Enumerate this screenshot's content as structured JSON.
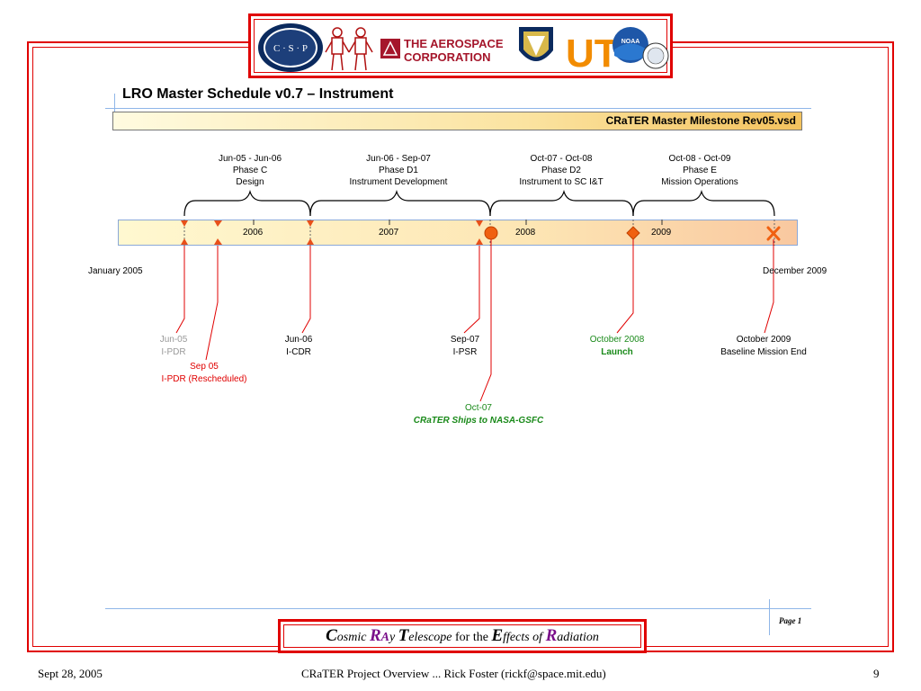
{
  "page_title": "LRO Master Schedule v0.7 – Instrument",
  "banner_label": "CRaTER Master Milestone Rev05.vsd",
  "logos": {
    "csp": "C · S · P",
    "aerospace_line1": "THE AEROSPACE",
    "aerospace_line2": "CORPORATION",
    "ut": "UT",
    "noaa": "NOAA"
  },
  "phases": [
    {
      "dates": "Jun-05 - Jun-06",
      "phase": "Phase C",
      "desc": "Design"
    },
    {
      "dates": "Jun-06 - Sep-07",
      "phase": "Phase D1",
      "desc": "Instrument Development"
    },
    {
      "dates": "Oct-07 - Oct-08",
      "phase": "Phase D2",
      "desc": "Instrument to SC I&T"
    },
    {
      "dates": "Oct-08 - Oct-09",
      "phase": "Phase E",
      "desc": "Mission Operations"
    }
  ],
  "years": [
    "2006",
    "2007",
    "2008",
    "2009"
  ],
  "range_start": "January 2005",
  "range_end": "December 2009",
  "milestones": {
    "pdr_orig": {
      "date": "Jun-05",
      "name": "I-PDR"
    },
    "pdr_resched": {
      "date": "Sep 05",
      "name": "I-PDR (Rescheduled)"
    },
    "cdr": {
      "date": "Jun-06",
      "name": "I-CDR"
    },
    "psr": {
      "date": "Sep-07",
      "name": "I-PSR"
    },
    "ship": {
      "date": "Oct-07",
      "name": "CRaTER Ships to NASA-GSFC"
    },
    "launch": {
      "date": "October 2008",
      "name": "Launch"
    },
    "end": {
      "date": "October 2009",
      "name": "Baseline Mission End"
    }
  },
  "page_label": "Page 1",
  "tagline": {
    "c": "C",
    "osmic": "osmic ",
    "r": "R",
    "a": "A",
    "y": "y ",
    "t": "T",
    "elescope": "elescope ",
    "for_the": "for the ",
    "e": "E",
    "ffects": "ffects ",
    "of": "of ",
    "r2": "R",
    "adiation": "adiation"
  },
  "footer": {
    "date": "Sept 28, 2005",
    "center": "CRaTER Project Overview ... Rick Foster (rickf@space.mit.edu)",
    "page_number": "9"
  },
  "colors": {
    "frame": "#e00000",
    "accent_line": "#8fb6e8",
    "launch_green": "#1a8a1a",
    "milestone_red": "#e00000"
  }
}
